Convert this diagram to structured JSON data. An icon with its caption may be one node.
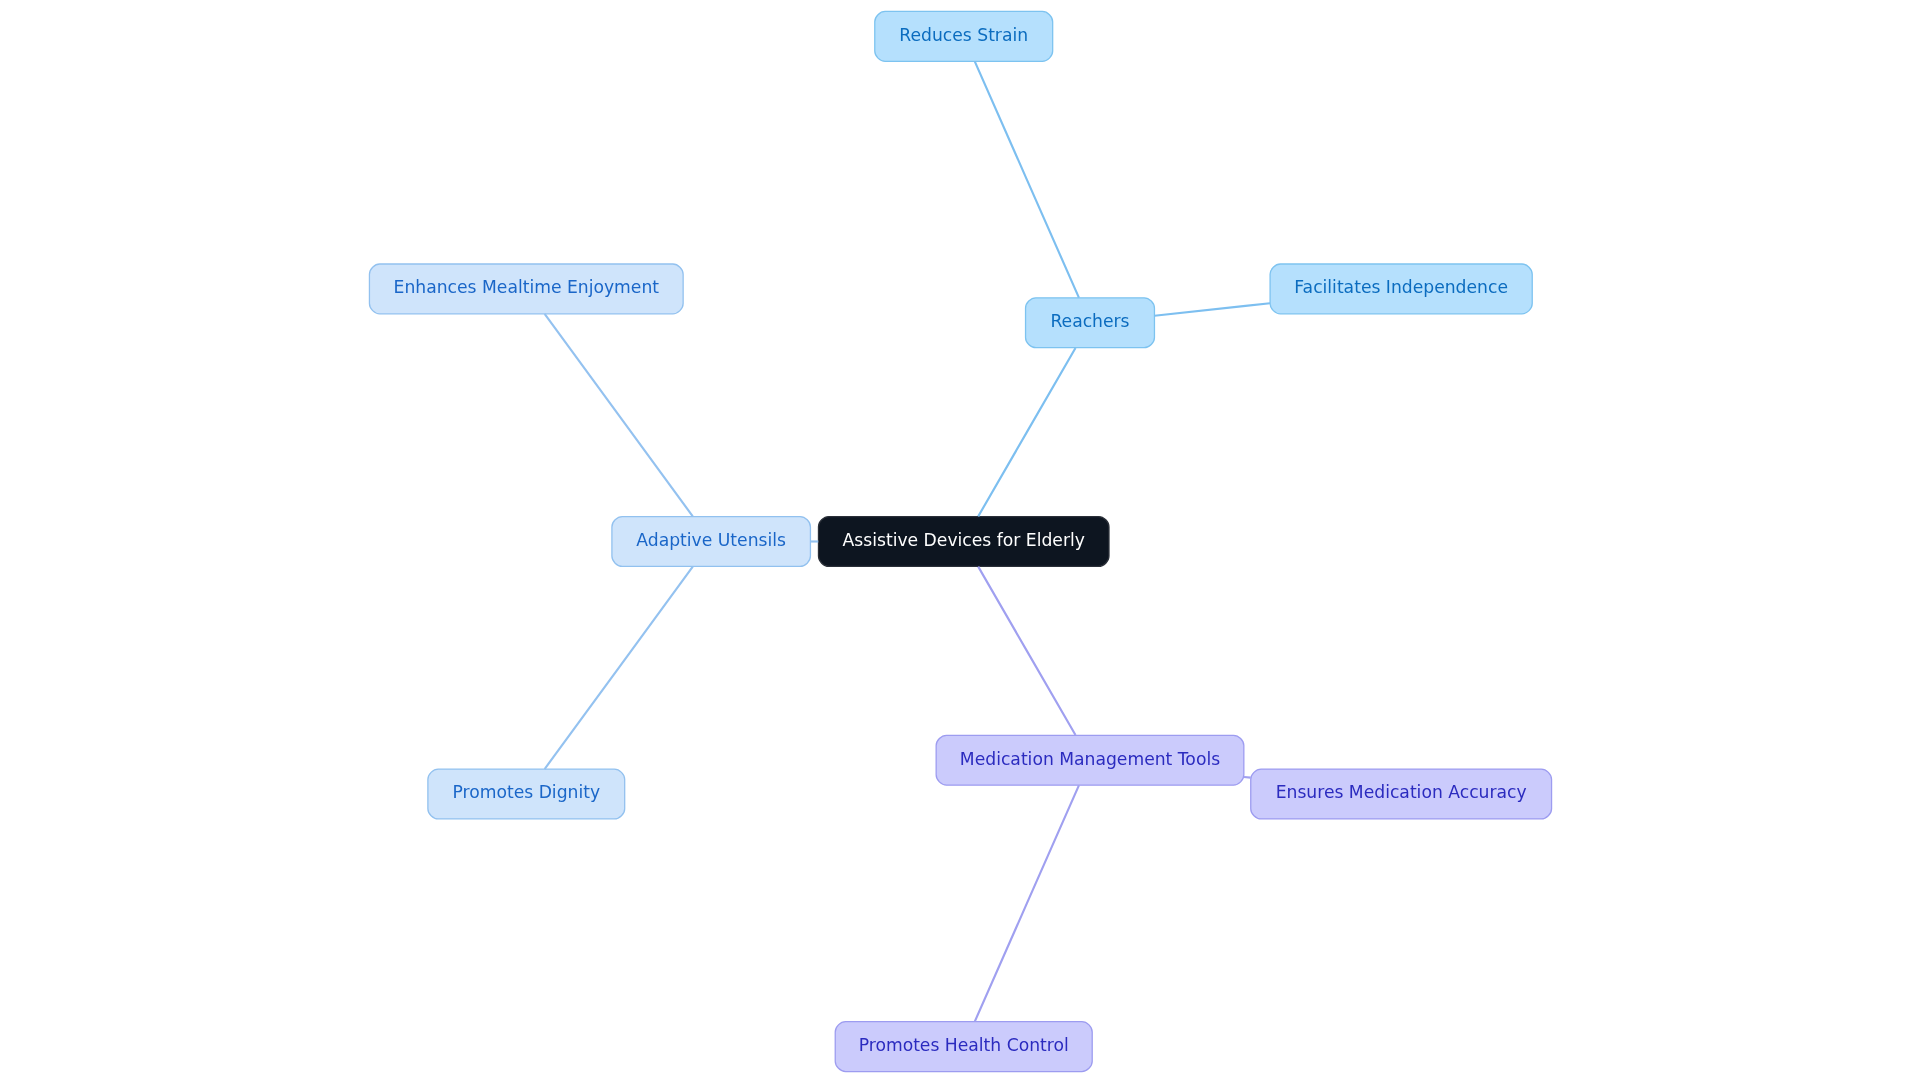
{
  "diagram": {
    "nodes": [
      {
        "text": [
          "Assistive Devices for Elderly"
        ]
      },
      {
        "text": [
          "Reachers"
        ]
      },
      {
        "text": [
          "Facilitates Independence"
        ]
      },
      {
        "text": [
          "Reduces Strain"
        ]
      },
      {
        "text": [
          "Adaptive Utensils"
        ]
      },
      {
        "text": [
          "Enhances Mealtime Enjoyment"
        ]
      },
      {
        "text": [
          "Promotes Dignity"
        ]
      },
      {
        "text": [
          "Medication Management Tools"
        ]
      },
      {
        "text": [
          "Promotes Health Control"
        ]
      },
      {
        "text": [
          "Ensures Medication Accuracy"
        ]
      }
    ],
    "edges": [
      {
        "from": 0,
        "to": 1,
        "arrow": "none",
        "color": "#7dbff0"
      },
      {
        "from": 1,
        "to": 2,
        "arrow": "none",
        "color": "#7dbff0"
      },
      {
        "from": 1,
        "to": 3,
        "arrow": "none",
        "color": "#7dbff0"
      },
      {
        "from": 0,
        "to": 4,
        "arrow": "none",
        "color": "#94c2f0"
      },
      {
        "from": 4,
        "to": 5,
        "arrow": "none",
        "color": "#94c2f0"
      },
      {
        "from": 4,
        "to": 6,
        "arrow": "none",
        "color": "#94c2f0"
      },
      {
        "from": 0,
        "to": 7,
        "arrow": "none",
        "color": "#a0a0f0"
      },
      {
        "from": 7,
        "to": 8,
        "arrow": "none",
        "color": "#a0a0f0"
      },
      {
        "from": 7,
        "to": 9,
        "arrow": "none",
        "color": "#a0a0f0"
      }
    ]
  }
}
